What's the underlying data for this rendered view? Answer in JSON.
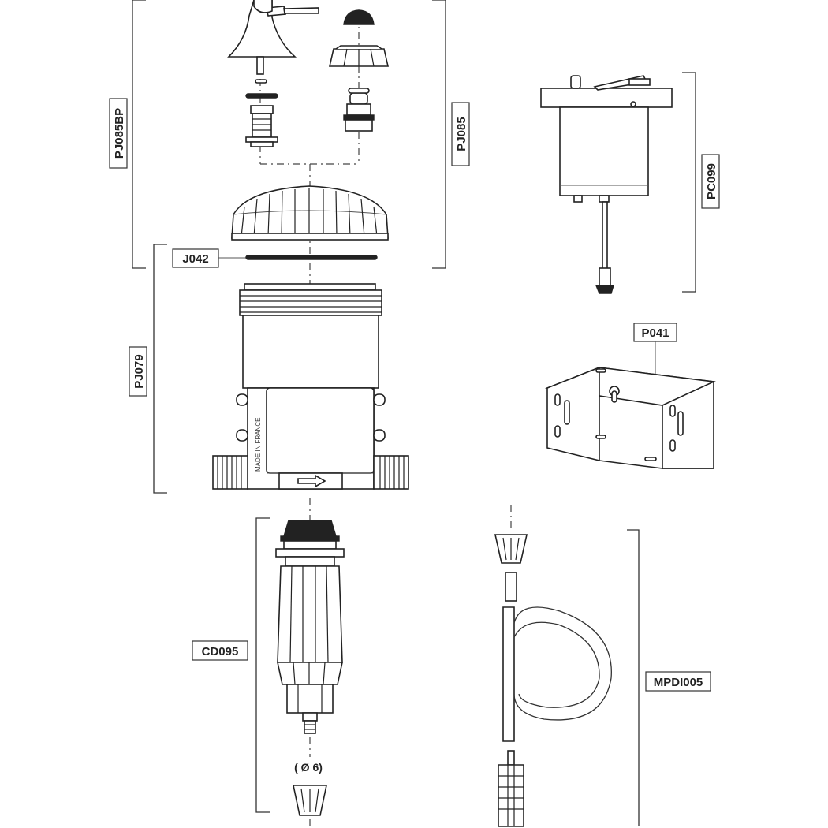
{
  "labels": {
    "pj085bp": "PJ085BP",
    "pj085": "PJ085",
    "pc099": "PC099",
    "j042": "J042",
    "pj079": "PJ079",
    "p041": "P041",
    "cd095": "CD095",
    "mpdi005": "MPDI005"
  },
  "body_text": "MADE IN FRANCE",
  "dimension": "( Ø 6)"
}
